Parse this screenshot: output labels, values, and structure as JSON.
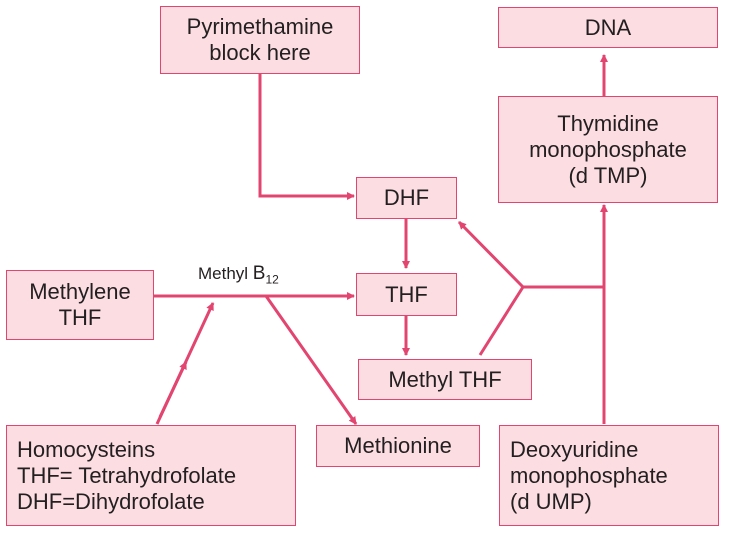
{
  "nodes": {
    "pyrimethamine": {
      "line1": "Pyrimethamine",
      "line2": "block here"
    },
    "dna": {
      "label": "DNA"
    },
    "tmp": {
      "line1": "Thymidine",
      "line2": "monophosphate",
      "line3": "(d TMP)"
    },
    "dhf": {
      "label": "DHF"
    },
    "thf": {
      "label": "THF"
    },
    "methylene_thf": {
      "line1": "Methylene",
      "line2": "THF"
    },
    "methyl_thf": {
      "label": "Methyl THF"
    },
    "methionine": {
      "label": "Methionine"
    },
    "homocysteins": {
      "line1": "Homocysteins",
      "line2": "THF= Tetrahydrofolate",
      "line3": "DHF=Dihydrofolate"
    },
    "dump": {
      "line1": "Deoxyuridine",
      "line2": "monophosphate",
      "line3": "(d UMP)"
    }
  },
  "edge_label": {
    "prefix": "Methyl ",
    "letter": "B",
    "subscript": "12"
  },
  "colors": {
    "line": "#e2456f",
    "box_fill": "#fbdde2",
    "box_border": "#e2456f",
    "text": "#231f20"
  }
}
